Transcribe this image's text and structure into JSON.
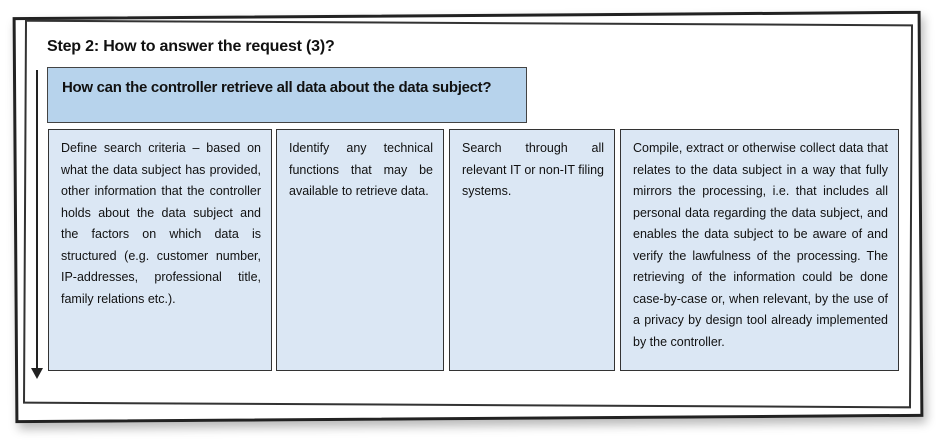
{
  "heading": "Step 2: How to answer the request (3)?",
  "question": "How can the controller retrieve all data about the data subject?",
  "steps": [
    {
      "text": "Define search criteria – based on what the data subject has provided, other information that the controller holds about the data subject and the factors on which data is structured (e.g. customer number, IP-addresses, professional title, family relations etc.)."
    },
    {
      "text": "Identify any technical functions that may be available to retrieve data."
    },
    {
      "text": "Search through all relevant IT or non-IT filing systems."
    },
    {
      "text": "Compile, extract or otherwise collect data that relates to the data subject in a way that fully mirrors the processing, i.e. that includes all personal data regarding the data subject, and enables the data subject to be aware of and verify the lawfulness of the processing. The retrieving of the information could be done case-by-case or, when relevant, by the use of a privacy by design tool already implemented by the controller."
    }
  ],
  "colors": {
    "question_fill": "#b7d3ec",
    "step_fill": "#dbe7f4",
    "border": "#333333"
  }
}
